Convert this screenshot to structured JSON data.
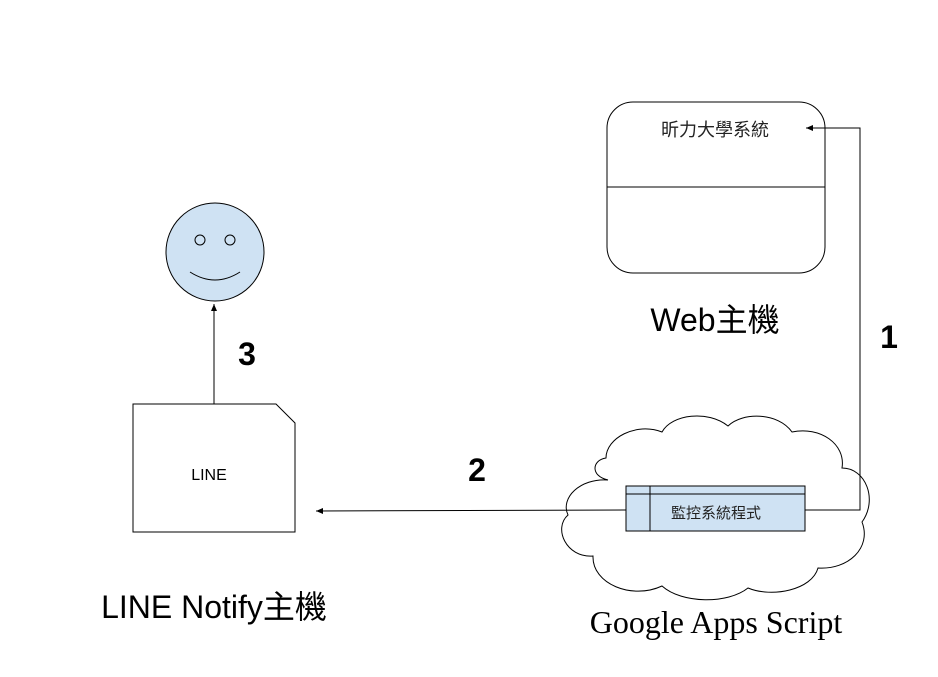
{
  "web_host": {
    "system_label": "昕力大學系統",
    "caption": "Web主機"
  },
  "line_host": {
    "doc_label": "LINE",
    "caption": "LINE Notify主機"
  },
  "gas": {
    "program_label": "監控系統程式",
    "caption": "Google Apps Script"
  },
  "steps": {
    "one": "1",
    "two": "2",
    "three": "3"
  },
  "colors": {
    "light_blue_fill": "#cfe2f3",
    "stroke": "#000000"
  },
  "icons": {
    "user": "smiley-face-icon",
    "cloud": "cloud-icon",
    "document": "document-icon"
  }
}
